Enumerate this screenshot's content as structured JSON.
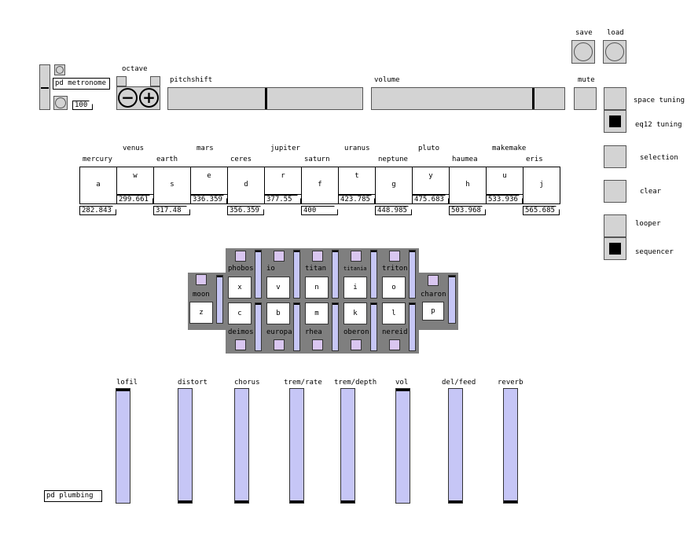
{
  "transport": {
    "metronome_label": "pd metronome",
    "tempo_value": "100"
  },
  "octave": {
    "label": "octave",
    "minus_symbol": "−",
    "plus_symbol": "+"
  },
  "pitchshift": {
    "label": "pitchshift"
  },
  "volume": {
    "label": "volume"
  },
  "mute": {
    "label": "mute"
  },
  "save": {
    "label": "save"
  },
  "load": {
    "label": "load"
  },
  "tuning": {
    "space_label": "space tuning",
    "eq12_label": "eq12 tuning",
    "eq12_checked": true
  },
  "selection_label": "selection",
  "clear_label": "clear",
  "looper_label": "looper",
  "sequencer_label": "sequencer",
  "sequencer_checked": true,
  "planets": [
    {
      "name": "mercury",
      "key": "a",
      "freq": "282.843"
    },
    {
      "name": "venus",
      "key": "w",
      "freq": "299.661"
    },
    {
      "name": "earth",
      "key": "s",
      "freq": "317.48"
    },
    {
      "name": "mars",
      "key": "e",
      "freq": "336.359"
    },
    {
      "name": "ceres",
      "key": "d",
      "freq": "356.359"
    },
    {
      "name": "jupiter",
      "key": "r",
      "freq": "377.55"
    },
    {
      "name": "saturn",
      "key": "f",
      "freq": "400"
    },
    {
      "name": "uranus",
      "key": "t",
      "freq": "423.785"
    },
    {
      "name": "neptune",
      "key": "g",
      "freq": "448.985"
    },
    {
      "name": "pluto",
      "key": "y",
      "freq": "475.683"
    },
    {
      "name": "haumea",
      "key": "h",
      "freq": "503.968"
    },
    {
      "name": "makemake",
      "key": "u",
      "freq": "533.936"
    },
    {
      "name": "eris",
      "key": "j",
      "freq": "565.685"
    }
  ],
  "moons_top": [
    {
      "name": "phobos",
      "key": "x"
    },
    {
      "name": "io",
      "key": "v"
    },
    {
      "name": "titan",
      "key": "n"
    },
    {
      "name": "titania",
      "key": "i"
    },
    {
      "name": "triton",
      "key": "o"
    }
  ],
  "moons_bottom": [
    {
      "name": "deimos",
      "key": "c"
    },
    {
      "name": "europa",
      "key": "b"
    },
    {
      "name": "rhea",
      "key": "m"
    },
    {
      "name": "oberon",
      "key": "k"
    },
    {
      "name": "nereid",
      "key": "l"
    }
  ],
  "moon": {
    "name": "moon",
    "key": "z"
  },
  "charon": {
    "name": "charon",
    "key": "p"
  },
  "effects": [
    {
      "name": "lofil",
      "level": 1.0
    },
    {
      "name": "distort",
      "level": 0.0
    },
    {
      "name": "chorus",
      "level": 0.0
    },
    {
      "name": "trem/rate",
      "level": 0.0
    },
    {
      "name": "trem/depth",
      "level": 0.0
    },
    {
      "name": "vol",
      "level": 1.0
    },
    {
      "name": "del/feed",
      "level": 0.0
    },
    {
      "name": "reverb",
      "level": 0.0
    }
  ],
  "plumbing_label": "pd plumbing"
}
